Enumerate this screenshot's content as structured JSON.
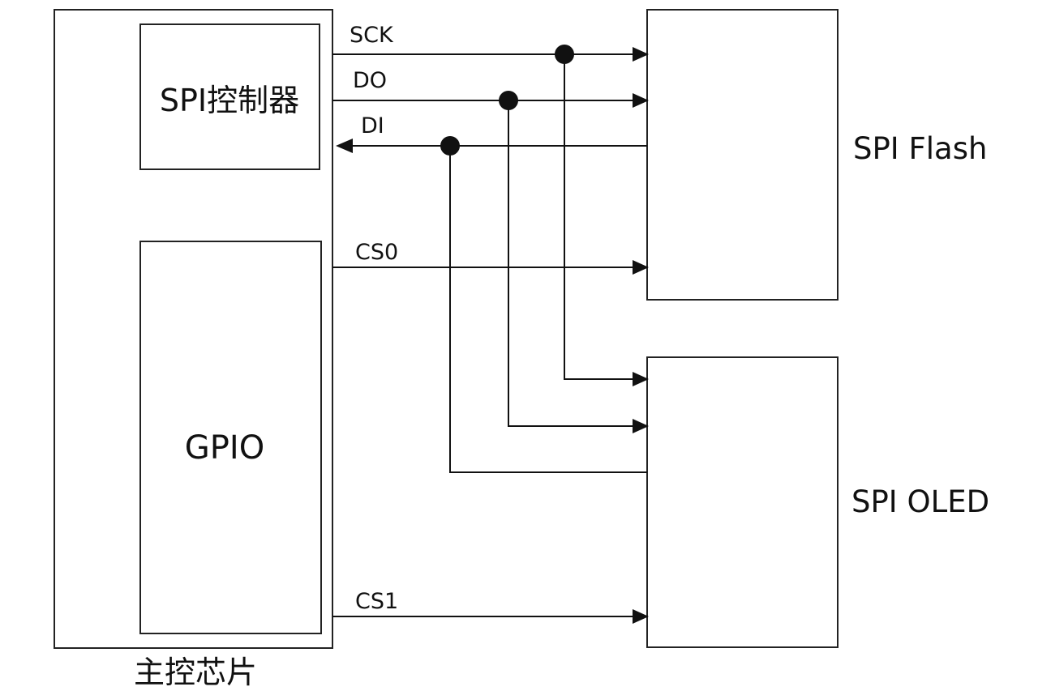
{
  "blocks": {
    "main_chip": "主控芯片",
    "spi_controller": "SPI控制器",
    "gpio": "GPIO",
    "spi_flash": "SPI Flash",
    "spi_oled": "SPI OLED"
  },
  "signals": {
    "sck": "SCK",
    "do": "DO",
    "di": "DI",
    "cs0": "CS0",
    "cs1": "CS1"
  }
}
